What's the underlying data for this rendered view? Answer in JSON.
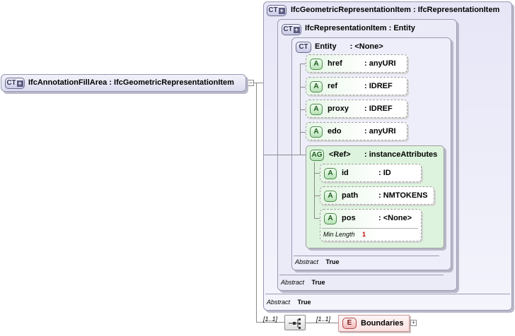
{
  "root": {
    "badge": "CT",
    "name": "IfcAnnotationFillArea",
    "base": ": IfcGeometricRepresentationItem"
  },
  "geometric": {
    "badge": "CT",
    "name": "IfcGeometricRepresentationItem",
    "base": ": IfcRepresentationItem",
    "abstract_label": "Abstract",
    "abstract_value": "True"
  },
  "representation": {
    "badge": "CT",
    "name": "IfcRepresentationItem",
    "base": ": Entity",
    "abstract_label": "Abstract",
    "abstract_value": "True"
  },
  "entity": {
    "badge": "CT",
    "name": "Entity",
    "base": ": <None>",
    "abstract_label": "Abstract",
    "abstract_value": "True"
  },
  "attributes": [
    {
      "badge": "A",
      "name": "href",
      "type": ": anyURI"
    },
    {
      "badge": "A",
      "name": "ref",
      "type": ": IDREF"
    },
    {
      "badge": "A",
      "name": "proxy",
      "type": ": IDREF"
    },
    {
      "badge": "A",
      "name": "edo",
      "type": ": anyURI"
    }
  ],
  "attribute_group": {
    "badge": "AG",
    "name": "<Ref>",
    "type": ": instanceAttributes",
    "attributes": [
      {
        "badge": "A",
        "name": "id",
        "type": ": ID"
      },
      {
        "badge": "A",
        "name": "path",
        "type": ": NMTOKENS"
      },
      {
        "badge": "A",
        "name": "pos",
        "type": ": <None>",
        "facet_label": "Min Length",
        "facet_value": "1"
      }
    ]
  },
  "sequence": {
    "cardinality_in": "[1..1]",
    "cardinality_out": "[1..1]"
  },
  "element": {
    "badge": "E",
    "name": "Boundaries"
  },
  "colors": {
    "complex_type_fill": "#e6e6f7",
    "attribute_fill": "#ddf3dd",
    "element_fill": "#fbe2e2",
    "facet_value": "#cc0000"
  }
}
